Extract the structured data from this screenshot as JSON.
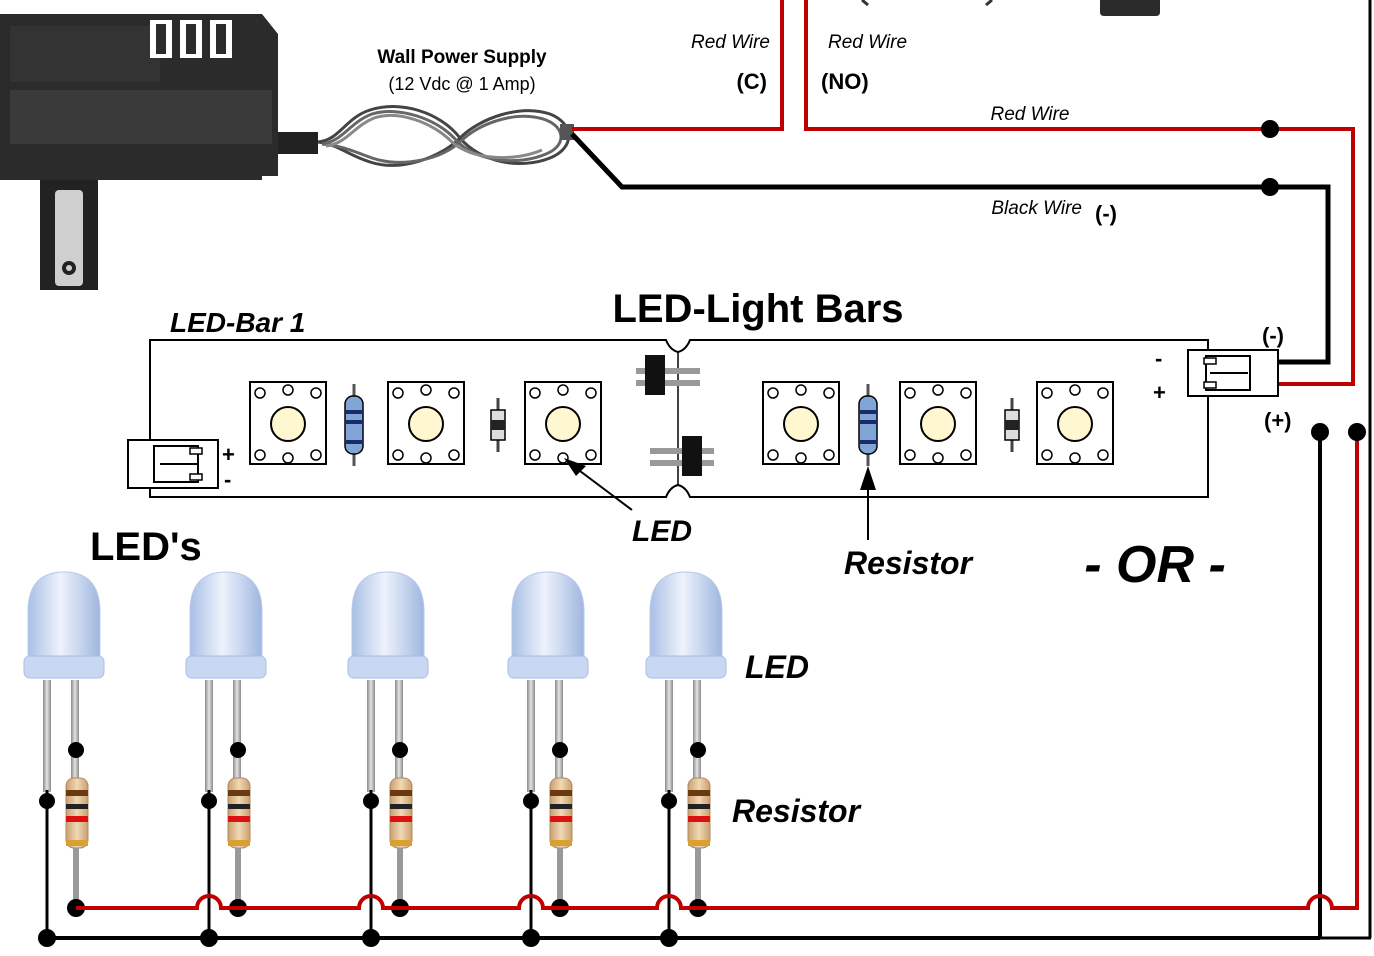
{
  "power_supply": {
    "title": "Wall Power Supply",
    "rating": "(12 Vdc @ 1 Amp)"
  },
  "wires": {
    "red_wire_c": "Red Wire",
    "c_label": "(C)",
    "red_wire_no": "Red Wire",
    "no_label": "(NO)",
    "red_wire_main": "Red Wire",
    "black_wire": "Black Wire",
    "minus_label": "(-)"
  },
  "light_bars": {
    "title": "LED-Light Bars",
    "bar_name": "LED-Bar 1",
    "connector_left_plus": "+",
    "connector_left_minus": "-",
    "connector_right_minus": "-",
    "connector_right_plus": "+",
    "terminal_minus": "(-)",
    "terminal_plus": "(+)",
    "callout_led": "LED",
    "callout_resistor": "Resistor"
  },
  "separator": "- OR -",
  "leds": {
    "title": "LED's",
    "led_label": "LED",
    "resistor_label": "Resistor",
    "count": 5
  },
  "colors": {
    "red_wire": "#c00000",
    "black_wire": "#000000",
    "led_blue": "#c6d6f2",
    "resistor_blue": "#7fa6d6",
    "resistor_tan": "#d8b48a"
  }
}
